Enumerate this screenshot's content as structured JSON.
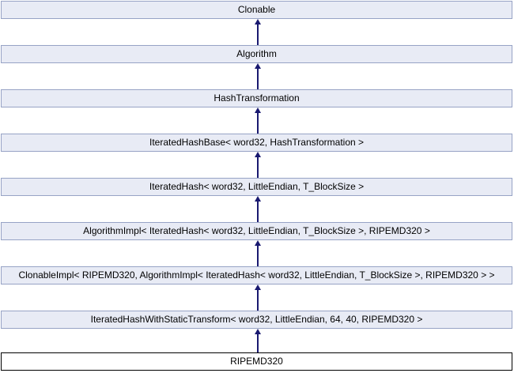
{
  "diagram": {
    "type": "class-inheritance-diagram",
    "current_class": "RIPEMD320",
    "nodes": [
      {
        "label": "Clonable",
        "role": "ancestor"
      },
      {
        "label": "Algorithm",
        "role": "ancestor"
      },
      {
        "label": "HashTransformation",
        "role": "ancestor"
      },
      {
        "label": "IteratedHashBase< word32, HashTransformation >",
        "role": "ancestor"
      },
      {
        "label": "IteratedHash< word32, LittleEndian, T_BlockSize >",
        "role": "ancestor"
      },
      {
        "label": "AlgorithmImpl< IteratedHash< word32, LittleEndian, T_BlockSize >, RIPEMD320 >",
        "role": "ancestor"
      },
      {
        "label": "ClonableImpl< RIPEMD320, AlgorithmImpl< IteratedHash< word32, LittleEndian, T_BlockSize >, RIPEMD320 > >",
        "role": "ancestor"
      },
      {
        "label": "IteratedHashWithStaticTransform< word32, LittleEndian, 64, 40, RIPEMD320 >",
        "role": "ancestor"
      },
      {
        "label": "RIPEMD320",
        "role": "current"
      }
    ],
    "colors": {
      "node_fill": "#E8EBF5",
      "node_border": "#97A3C5",
      "current_fill": "#FFFFFF",
      "current_border": "#000000",
      "edge": "#191970",
      "text": "#000000",
      "background": "#FFFFFF"
    }
  }
}
